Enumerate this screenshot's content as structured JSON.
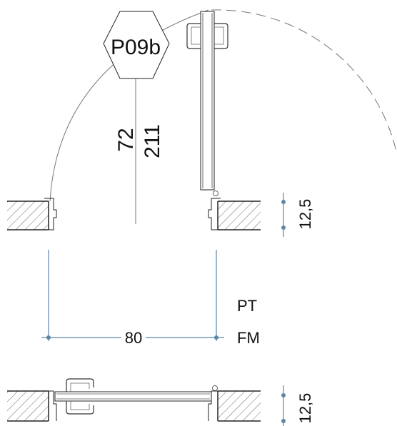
{
  "door": {
    "tag": "P09b",
    "width_cm": "72",
    "height_cm": "211"
  },
  "dimensions": {
    "opening_width": "80",
    "wall_thickness_top": "12,5",
    "wall_thickness_bottom": "12,5"
  },
  "notes": {
    "pt": "PT",
    "fm": "FM"
  },
  "colors": {
    "dimension_line": "#5b86a8",
    "linework": "#222222",
    "swing_arc": "#777777"
  }
}
